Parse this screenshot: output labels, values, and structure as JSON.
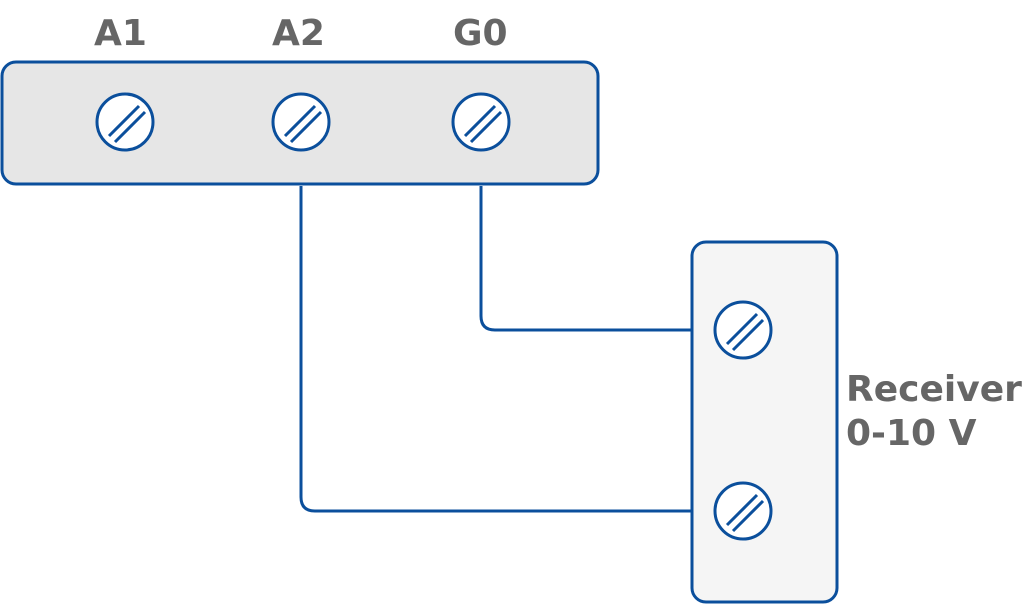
{
  "controller": {
    "terminals": [
      {
        "label": "A1"
      },
      {
        "label": "A2"
      },
      {
        "label": "G0"
      }
    ]
  },
  "receiver": {
    "name": "Receiver",
    "range": "0-10 V",
    "terminal_count": 2
  },
  "connections": [
    {
      "from": "G0",
      "to": "receiver-terminal-1"
    },
    {
      "from": "A2",
      "to": "receiver-terminal-2"
    }
  ],
  "colors": {
    "wire": "#0b4f9c",
    "controller_fill": "#e6e6e6",
    "receiver_fill": "#f5f5f5",
    "label": "#666666"
  }
}
